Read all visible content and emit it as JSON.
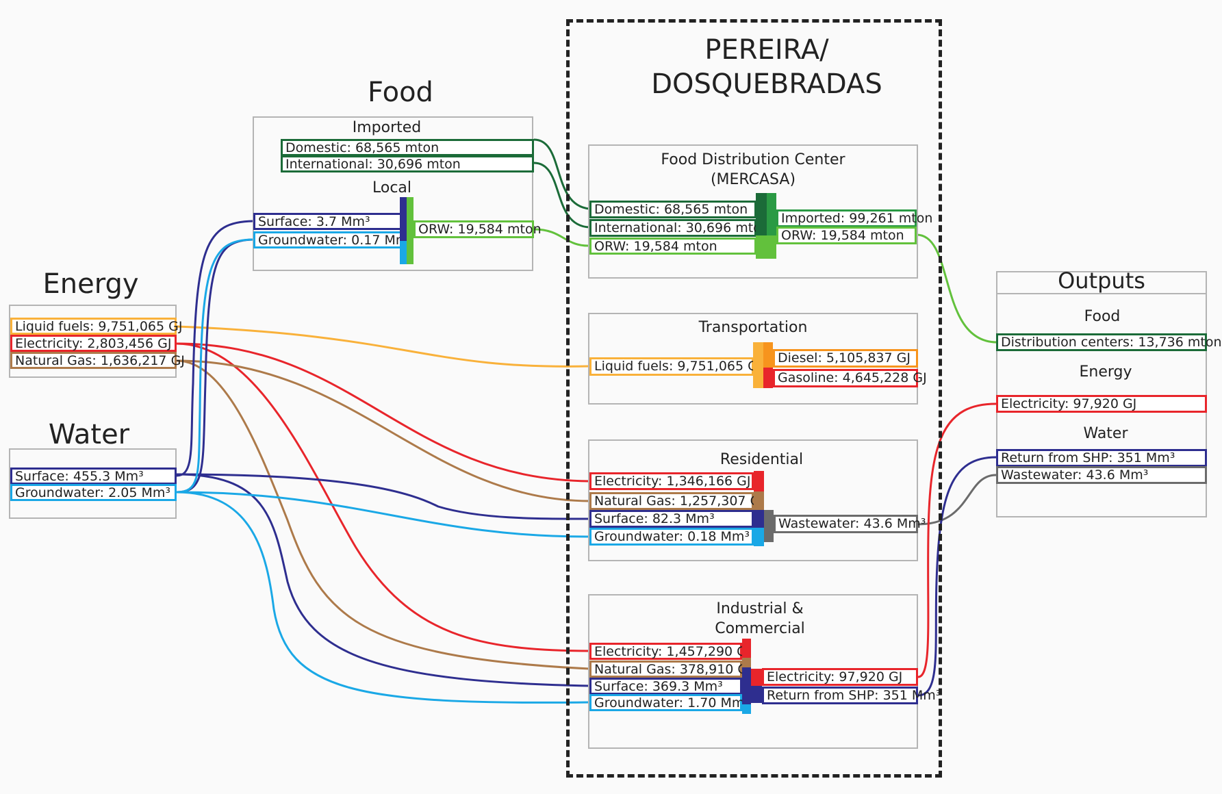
{
  "title_line1": "PEREIRA/",
  "title_line2": "DOSQUEBRADAS",
  "colors": {
    "liquid_fuels": "#f9b13a",
    "electricity": "#e8252b",
    "natural_gas": "#ad7a4a",
    "water_surface": "#2e2e8f",
    "water_ground": "#1aa8e6",
    "food_imported": "#1b6b38",
    "food_local": "#62c13c",
    "wastewater": "#6b6b6b",
    "diesel": "#f7941d",
    "gasoline": "#e8252b"
  },
  "energy": {
    "title": "Energy",
    "liquid_fuels": "Liquid fuels: 9,751,065 GJ",
    "electricity": "Electricity: 2,803,456 GJ",
    "natural_gas": "Natural Gas: 1,636,217 GJ"
  },
  "water": {
    "title": "Water",
    "surface": "Surface: 455.3 Mm³",
    "groundwater": "Groundwater: 2.05 Mm³"
  },
  "food": {
    "title": "Food",
    "imported_title": "Imported",
    "domestic": "Domestic: 68,565 mton",
    "international": "International: 30,696 mton",
    "local_title": "Local",
    "surface": "Surface: 3.7 Mm³",
    "groundwater": "Groundwater: 0.17 Mm³",
    "orw": "ORW: 19,584 mton"
  },
  "fdc": {
    "title_line1": "Food Distribution Center",
    "title_line2": "(MERCASA)",
    "domestic": "Domestic: 68,565 mton",
    "international": "International: 30,696 mton",
    "orw_in": "ORW: 19,584 mton",
    "imported_out": "Imported: 99,261 mton",
    "orw_out": "ORW: 19,584 mton"
  },
  "transport": {
    "title": "Transportation",
    "liquid_fuels": "Liquid fuels: 9,751,065 GJ",
    "diesel": "Diesel: 5,105,837 GJ",
    "gasoline": "Gasoline: 4,645,228 GJ"
  },
  "residential": {
    "title": "Residential",
    "electricity": "Electricity: 1,346,166 GJ",
    "natural_gas": "Natural Gas: 1,257,307 GJ",
    "surface": "Surface: 82.3 Mm³",
    "groundwater": "Groundwater: 0.18 Mm³",
    "wastewater": "Wastewater: 43.6 Mm³"
  },
  "industrial": {
    "title_line1": "Industrial &",
    "title_line2": "Commercial",
    "electricity": "Electricity: 1,457,290 GJ",
    "natural_gas": "Natural Gas: 378,910 GJ",
    "surface": "Surface: 369.3 Mm³",
    "groundwater": "Groundwater: 1.70 Mm³",
    "electricity_out": "Electricity: 97,920 GJ",
    "return_shp": "Return from SHP: 351 Mm³"
  },
  "outputs": {
    "title": "Outputs",
    "food_title": "Food",
    "distribution": "Distribution centers: 13,736 mton",
    "energy_title": "Energy",
    "electricity": "Electricity: 97,920 GJ",
    "water_title": "Water",
    "return_shp": "Return from SHP: 351 Mm³",
    "wastewater": "Wastewater: 43.6 Mm³"
  }
}
